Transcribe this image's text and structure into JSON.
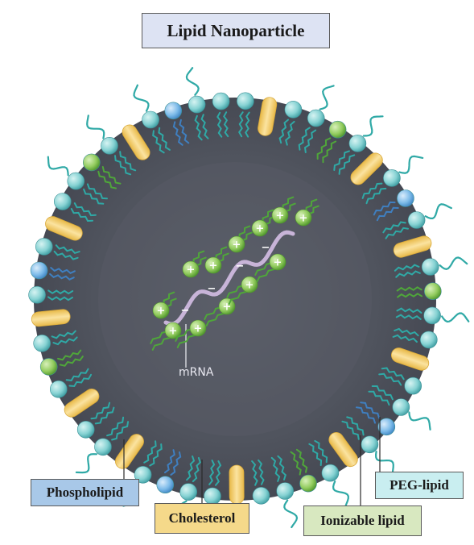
{
  "title": "Lipid Nanoparticle",
  "center_label": "mRNA",
  "labels": {
    "phospholipid": "Phospholipid",
    "cholesterol": "Cholesterol",
    "ionizable_lipid": "Ionizable lipid",
    "peg_lipid": "PEG-lipid"
  },
  "colors": {
    "core": "#4c4f5a",
    "inner_glow": "#5a5e68",
    "phospholipid": "#a8c8e8",
    "cholesterol": "#f5d98a",
    "ionizable_lipid": "#d8e8c0",
    "peg_lipid": "#c9eef0",
    "title_bg": "#dde3f3",
    "head_teal": "#7fcfd0",
    "head_blue": "#6fb6e6",
    "head_green": "#8ccb5a",
    "tail_teal": "#2fa9a6",
    "tail_green": "#4fa63a",
    "mrna_strand": "#c8b4d8"
  },
  "charges": {
    "positive": "+",
    "negative": "−"
  }
}
